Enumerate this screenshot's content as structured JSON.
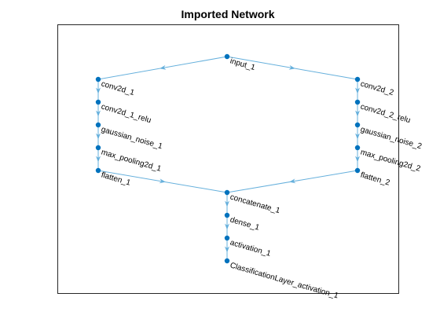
{
  "figure": {
    "title": "Imported Network"
  },
  "colors": {
    "edge": "#66b0dc",
    "node": "#0072bd",
    "axes_border": "#262626",
    "background": "#ffffff"
  },
  "nodes": [
    {
      "id": "input_1",
      "label": "input_1"
    },
    {
      "id": "conv2d_1",
      "label": "conv2d_1"
    },
    {
      "id": "conv2d_1_relu",
      "label": "conv2d_1_relu"
    },
    {
      "id": "gaussian_noise_1",
      "label": "gaussian_noise_1"
    },
    {
      "id": "max_pooling2d_1",
      "label": "max_pooling2d_1"
    },
    {
      "id": "flatten_1",
      "label": "flatten_1"
    },
    {
      "id": "conv2d_2",
      "label": "conv2d_2"
    },
    {
      "id": "conv2d_2_relu",
      "label": "conv2d_2_relu"
    },
    {
      "id": "gaussian_noise_2",
      "label": "gaussian_noise_2"
    },
    {
      "id": "max_pooling2d_2",
      "label": "max_pooling2d_2"
    },
    {
      "id": "flatten_2",
      "label": "flatten_2"
    },
    {
      "id": "concatenate_1",
      "label": "concatenate_1"
    },
    {
      "id": "dense_1",
      "label": "dense_1"
    },
    {
      "id": "activation_1",
      "label": "activation_1"
    },
    {
      "id": "ClassificationLayer_activation_1",
      "label": "ClassificationLayer_activation_1"
    }
  ],
  "edges": [
    [
      "input_1",
      "conv2d_1"
    ],
    [
      "input_1",
      "conv2d_2"
    ],
    [
      "conv2d_1",
      "conv2d_1_relu"
    ],
    [
      "conv2d_1_relu",
      "gaussian_noise_1"
    ],
    [
      "gaussian_noise_1",
      "max_pooling2d_1"
    ],
    [
      "max_pooling2d_1",
      "flatten_1"
    ],
    [
      "conv2d_2",
      "conv2d_2_relu"
    ],
    [
      "conv2d_2_relu",
      "gaussian_noise_2"
    ],
    [
      "gaussian_noise_2",
      "max_pooling2d_2"
    ],
    [
      "max_pooling2d_2",
      "flatten_2"
    ],
    [
      "flatten_1",
      "concatenate_1"
    ],
    [
      "flatten_2",
      "concatenate_1"
    ],
    [
      "concatenate_1",
      "dense_1"
    ],
    [
      "dense_1",
      "activation_1"
    ],
    [
      "activation_1",
      "ClassificationLayer_activation_1"
    ]
  ]
}
